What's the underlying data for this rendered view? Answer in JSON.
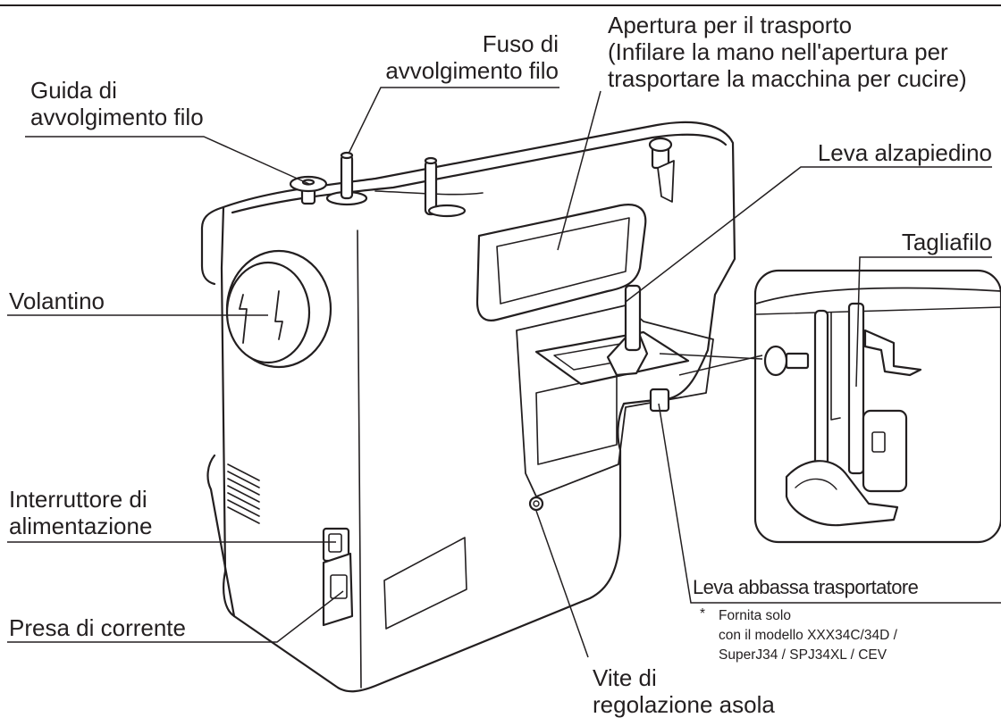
{
  "labels": {
    "guida": [
      "Guida di",
      "avvolgimento filo"
    ],
    "fuso": [
      "Fuso di",
      "avvolgimento filo"
    ],
    "apertura": [
      "Apertura per il trasporto",
      "(Infilare la mano nell'apertura per",
      "trasportare la macchina per cucire)"
    ],
    "leva_alzapiedino": "Leva alzapiedino",
    "tagliafilo": "Tagliafilo",
    "volantino": "Volantino",
    "interruttore": [
      "Interruttore di",
      "alimentazione"
    ],
    "presa": "Presa di corrente",
    "leva_abbassa": "Leva abbassa trasportatore",
    "vite": [
      "Vite di",
      "regolazione asola"
    ]
  },
  "note": {
    "symbol": "*",
    "lines": [
      "Fornita solo",
      "con il modello XXX34C/34D /",
      "SuperJ34 / SPJ34XL / CEV"
    ]
  }
}
